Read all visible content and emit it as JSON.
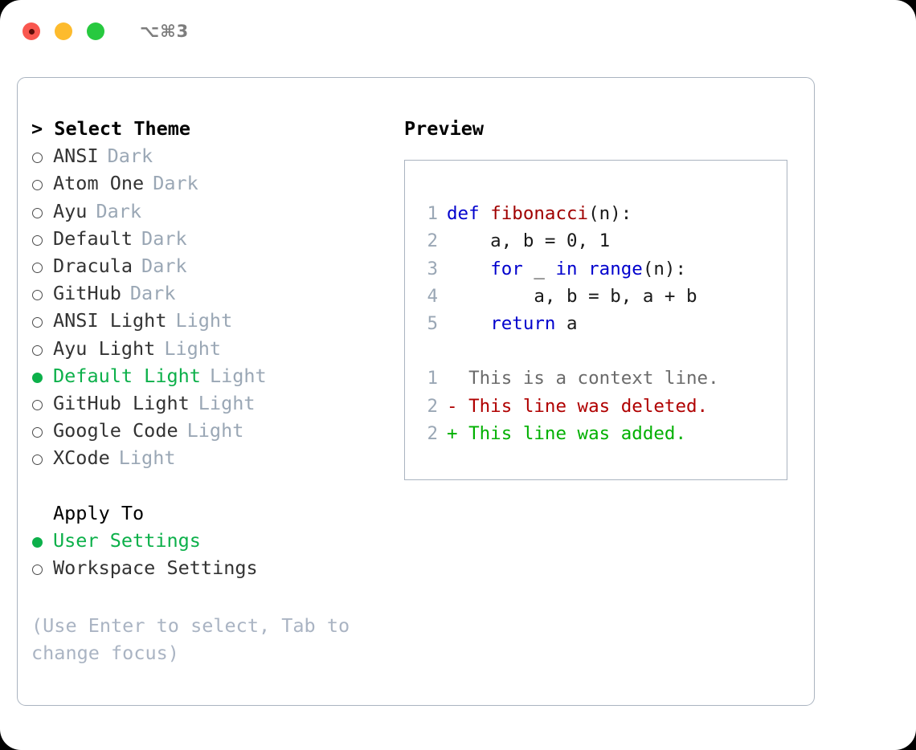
{
  "titlebar": {
    "shortcut": "⌥⌘3",
    "lights": [
      {
        "name": "close",
        "color": "#f9574f"
      },
      {
        "name": "minimize",
        "color": "#fdbb2d"
      },
      {
        "name": "maximize",
        "color": "#27c93f"
      }
    ]
  },
  "theme_picker": {
    "title": "> Select Theme",
    "items": [
      {
        "marker": "ring",
        "label": "ANSI",
        "badge": "Dark",
        "selected": false
      },
      {
        "marker": "ring",
        "label": "Atom One",
        "badge": "Dark",
        "selected": false
      },
      {
        "marker": "ring",
        "label": "Ayu",
        "badge": "Dark",
        "selected": false
      },
      {
        "marker": "ring",
        "label": "Default",
        "badge": "Dark",
        "selected": false
      },
      {
        "marker": "ring",
        "label": "Dracula",
        "badge": "Dark",
        "selected": false
      },
      {
        "marker": "ring",
        "label": "GitHub",
        "badge": "Dark",
        "selected": false
      },
      {
        "marker": "ring",
        "label": "ANSI Light",
        "badge": "Light",
        "selected": false
      },
      {
        "marker": "ring",
        "label": "Ayu Light",
        "badge": "Light",
        "selected": false
      },
      {
        "marker": "dot",
        "label": "Default Light",
        "badge": "Light",
        "selected": true
      },
      {
        "marker": "ring",
        "label": "GitHub Light",
        "badge": "Light",
        "selected": false
      },
      {
        "marker": "ring",
        "label": "Google Code",
        "badge": "Light",
        "selected": false
      },
      {
        "marker": "ring",
        "label": "XCode",
        "badge": "Light",
        "selected": false
      }
    ]
  },
  "apply_to": {
    "title": "Apply To",
    "options": [
      {
        "marker": "dot",
        "label": "User Settings",
        "selected": true
      },
      {
        "marker": "ring",
        "label": "Workspace Settings",
        "selected": false
      }
    ]
  },
  "hint": "(Use Enter to select, Tab to change focus)",
  "preview": {
    "title": "Preview",
    "code_lines": [
      {
        "no": "1",
        "segments": [
          {
            "t": "def ",
            "c": "kw"
          },
          {
            "t": "fibonacci",
            "c": "fn"
          },
          {
            "t": "(n):",
            "c": "code-txt"
          }
        ]
      },
      {
        "no": "2",
        "segments": [
          {
            "t": "    a, b = 0, 1",
            "c": "code-txt"
          }
        ]
      },
      {
        "no": "3",
        "segments": [
          {
            "t": "    ",
            "c": "code-txt"
          },
          {
            "t": "for",
            "c": "kw"
          },
          {
            "t": " _ ",
            "c": "code-txt"
          },
          {
            "t": "in",
            "c": "kw"
          },
          {
            "t": " ",
            "c": "code-txt"
          },
          {
            "t": "range",
            "c": "kw"
          },
          {
            "t": "(n):",
            "c": "code-txt"
          }
        ]
      },
      {
        "no": "4",
        "segments": [
          {
            "t": "        a, b = b, a + b",
            "c": "code-txt"
          }
        ]
      },
      {
        "no": "5",
        "segments": [
          {
            "t": "    ",
            "c": "code-txt"
          },
          {
            "t": "return",
            "c": "kw"
          },
          {
            "t": " a",
            "c": "code-txt"
          }
        ]
      }
    ],
    "diff_lines": [
      {
        "no": "1",
        "segments": [
          {
            "t": "  This is a context line.",
            "c": "ctx"
          }
        ]
      },
      {
        "no": "2",
        "segments": [
          {
            "t": "- This line was deleted.",
            "c": "del"
          }
        ]
      },
      {
        "no": "2",
        "segments": [
          {
            "t": "+ This line was added.",
            "c": "add"
          }
        ]
      }
    ]
  },
  "colors": {
    "accent_green": "#0cb04a",
    "muted": "#9aa7b5",
    "keyword_blue": "#0000cd",
    "function_red": "#a00000",
    "diff_deleted": "#b00000",
    "diff_added": "#00b000",
    "border": "#aab4c0"
  }
}
